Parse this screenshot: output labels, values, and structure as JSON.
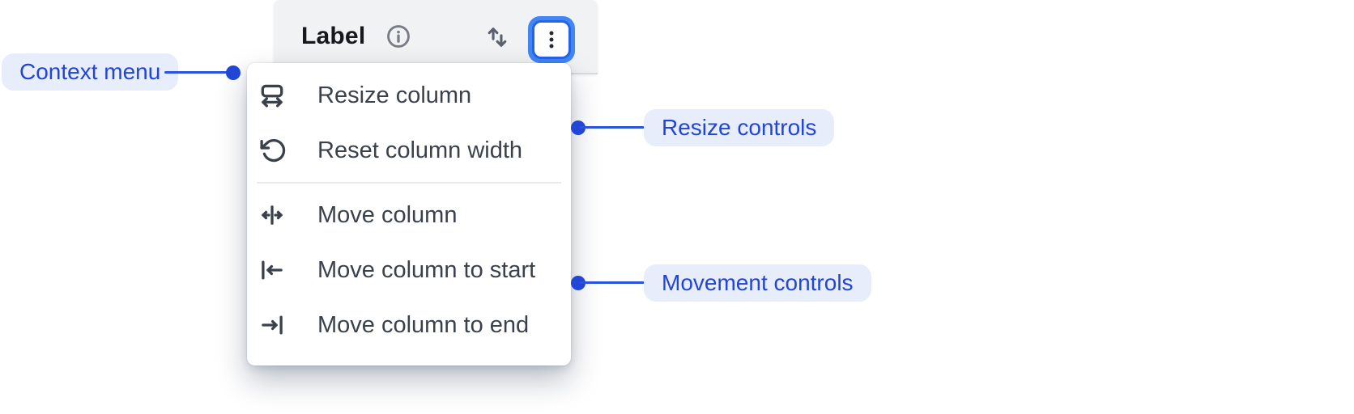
{
  "column_header": {
    "label": "Label",
    "info_icon": "info-icon",
    "sort_icon": "sort-arrows-icon",
    "menu_button_icon": "vertical-ellipsis-icon"
  },
  "context_menu": {
    "sections": [
      {
        "items": [
          {
            "icon": "resize-column-icon",
            "label": "Resize column"
          },
          {
            "icon": "reset-width-icon",
            "label": "Reset column width"
          }
        ]
      },
      {
        "items": [
          {
            "icon": "move-column-icon",
            "label": "Move column"
          },
          {
            "icon": "move-to-start-icon",
            "label": "Move column to start"
          },
          {
            "icon": "move-to-end-icon",
            "label": "Move column to end"
          }
        ]
      }
    ]
  },
  "annotations": {
    "context_menu": {
      "label": "Context menu"
    },
    "resize_controls": {
      "label": "Resize controls"
    },
    "movement_controls": {
      "label": "Movement controls"
    }
  },
  "colors": {
    "annotation_text": "#2145d6",
    "annotation_pill_bg": "#e8edfb",
    "connector_blue": "#2a52e0",
    "focus_ring_blue": "#4285f4",
    "focus_border_blue": "#2264ea",
    "header_bg": "#f1f2f3",
    "menu_bg": "#ffffff",
    "menu_text": "#3b414b"
  }
}
